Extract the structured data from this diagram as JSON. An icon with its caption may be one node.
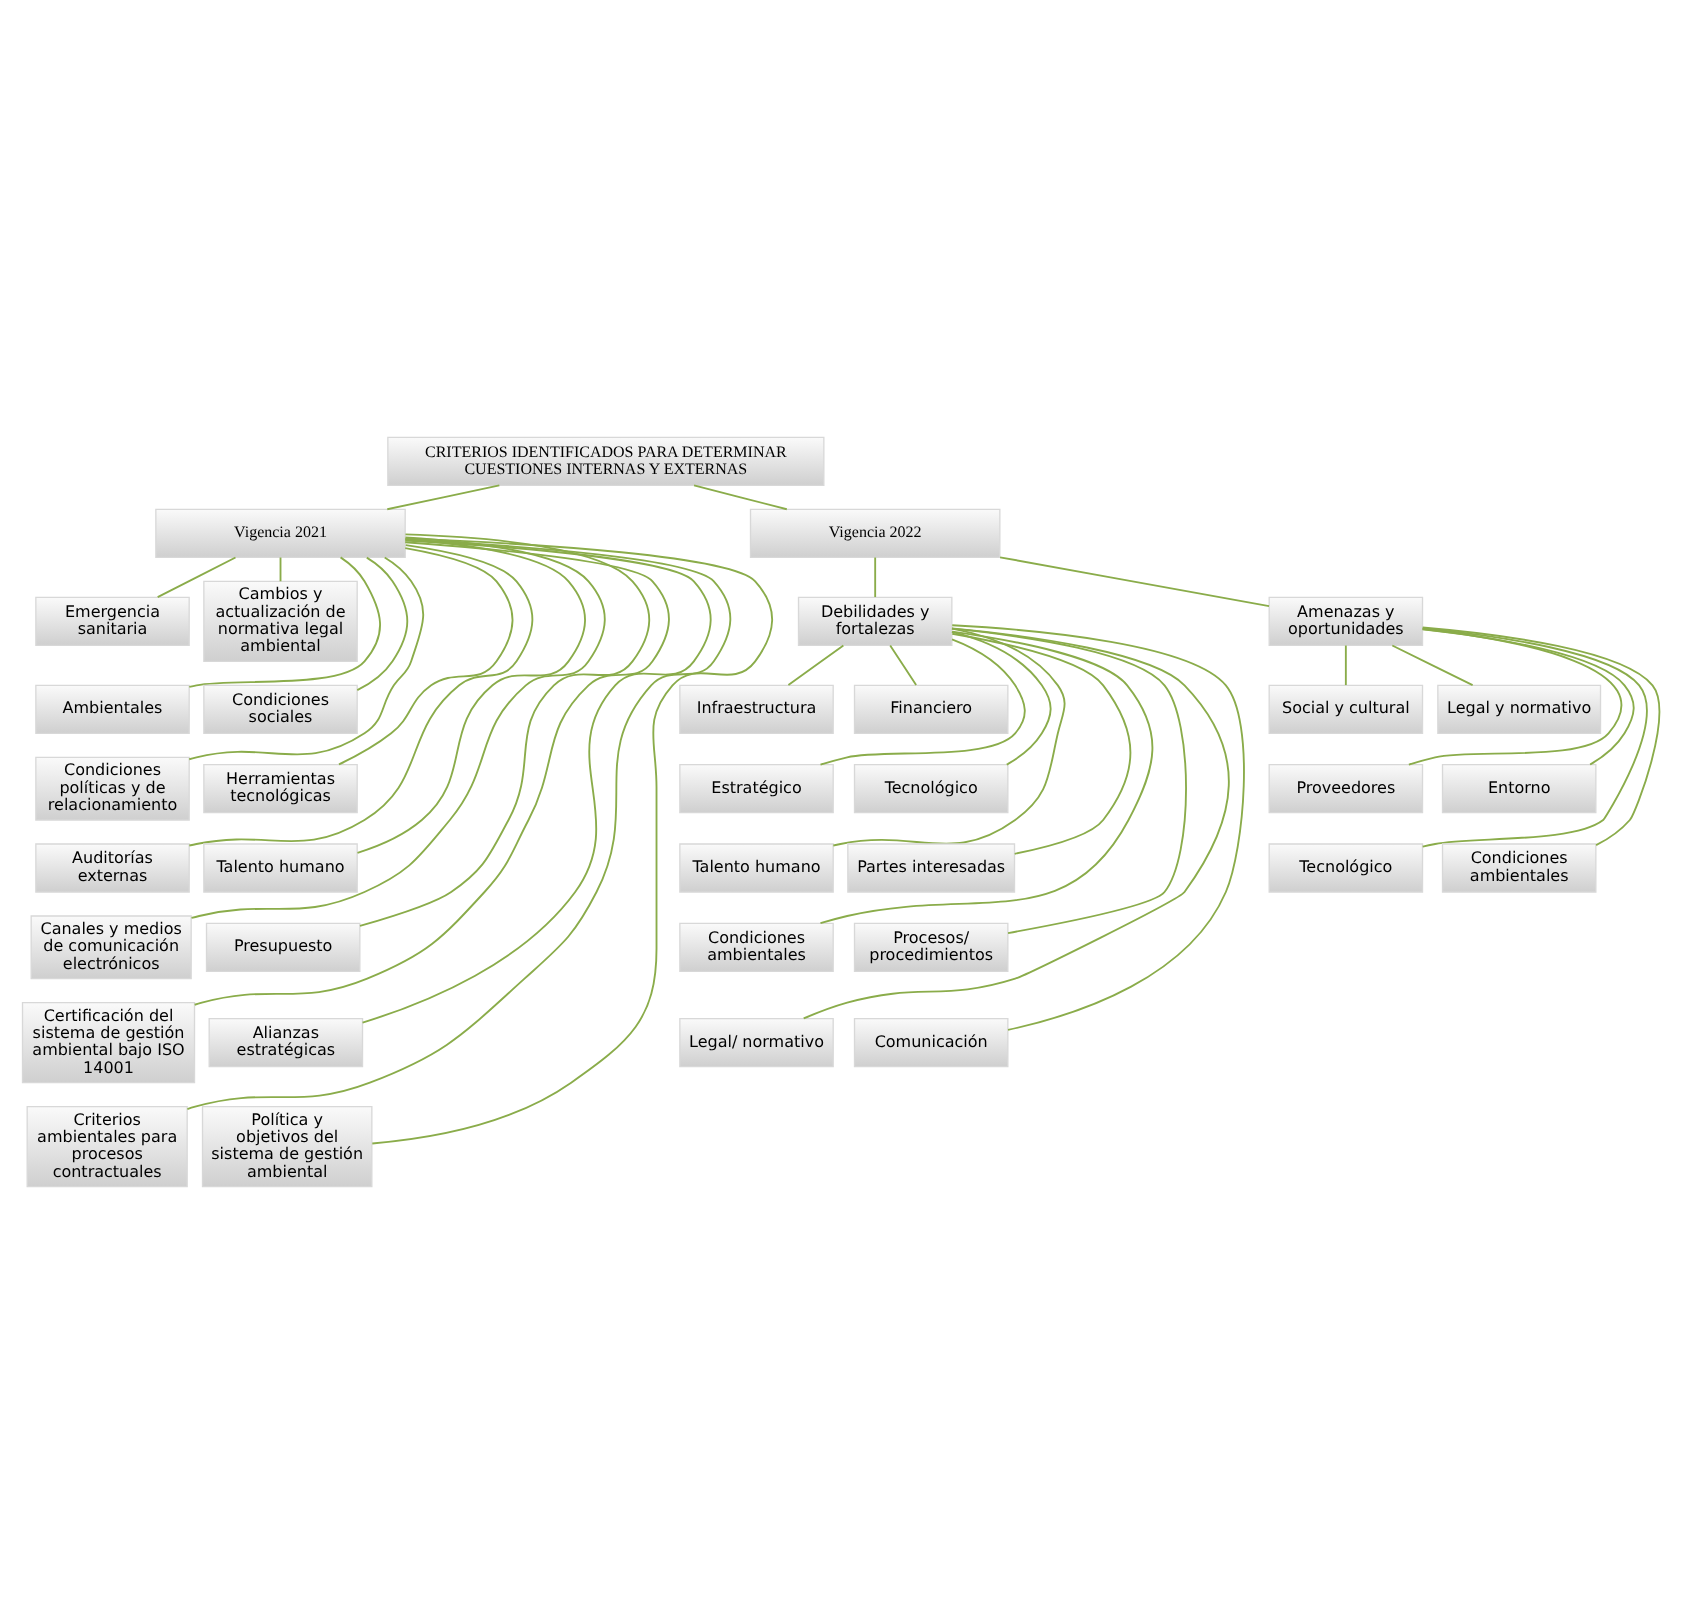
{
  "diagram": {
    "nodes": [
      {
        "text": [
          "CRITERIOS IDENTIFICADOS PARA DETERMINAR CUESTIONES INTERNAS Y EXTERNAS"
        ]
      },
      {
        "text": [
          "Vigencia 2021"
        ]
      },
      {
        "text": [
          "Vigencia 2022"
        ]
      },
      {
        "text": [
          "Emergencia sanitaria"
        ]
      },
      {
        "text": [
          "Cambios y actualización de normativa legal ambiental"
        ]
      },
      {
        "text": [
          "Ambientales"
        ]
      },
      {
        "text": [
          "Condiciones sociales"
        ]
      },
      {
        "text": [
          "Condiciones políticas y de relacionamiento"
        ]
      },
      {
        "text": [
          "Herramientas tecnológicas"
        ]
      },
      {
        "text": [
          "Auditorías externas"
        ]
      },
      {
        "text": [
          "Talento humano"
        ]
      },
      {
        "text": [
          "Canales y medios de comunicación electrónicos"
        ]
      },
      {
        "text": [
          "Presupuesto"
        ]
      },
      {
        "text": [
          "Certificación del sistema de gestión ambiental bajo ISO 14001"
        ]
      },
      {
        "text": [
          "Alianzas estratégicas"
        ]
      },
      {
        "text": [
          "Criterios ambientales para procesos contractuales"
        ]
      },
      {
        "text": [
          "Política y objetivos del sistema de gestión ambiental"
        ]
      },
      {
        "text": [
          "Debilidades y fortalezas"
        ]
      },
      {
        "text": [
          "Amenazas y oportunidades"
        ]
      },
      {
        "text": [
          "Infraestructura"
        ]
      },
      {
        "text": [
          "Financiero"
        ]
      },
      {
        "text": [
          "Estratégico"
        ]
      },
      {
        "text": [
          "Tecnológico"
        ]
      },
      {
        "text": [
          "Talento humano"
        ]
      },
      {
        "text": [
          "Partes interesadas"
        ]
      },
      {
        "text": [
          "Condiciones ambientales"
        ]
      },
      {
        "text": [
          "Procesos/ procedimientos"
        ]
      },
      {
        "text": [
          "Legal/ normativo"
        ]
      },
      {
        "text": [
          "Comunicación"
        ]
      },
      {
        "text": [
          "Social y cultural"
        ]
      },
      {
        "text": [
          "Legal y normativo"
        ]
      },
      {
        "text": [
          "Proveedores"
        ]
      },
      {
        "text": [
          "Entorno"
        ]
      },
      {
        "text": [
          "Tecnológico"
        ]
      },
      {
        "text": [
          "Condiciones ambientales"
        ]
      }
    ],
    "edges": [
      {
        "from": 0,
        "to": 1,
        "arrow": "none"
      },
      {
        "from": 0,
        "to": 2,
        "arrow": "none"
      },
      {
        "from": 1,
        "to": 3,
        "arrow": "none"
      },
      {
        "from": 1,
        "to": 4,
        "arrow": "none"
      },
      {
        "from": 1,
        "to": 5,
        "arrow": "none"
      },
      {
        "from": 1,
        "to": 6,
        "arrow": "none"
      },
      {
        "from": 1,
        "to": 7,
        "arrow": "none"
      },
      {
        "from": 1,
        "to": 8,
        "arrow": "none"
      },
      {
        "from": 1,
        "to": 9,
        "arrow": "none"
      },
      {
        "from": 1,
        "to": 10,
        "arrow": "none"
      },
      {
        "from": 1,
        "to": 11,
        "arrow": "none"
      },
      {
        "from": 1,
        "to": 12,
        "arrow": "none"
      },
      {
        "from": 1,
        "to": 13,
        "arrow": "none"
      },
      {
        "from": 1,
        "to": 14,
        "arrow": "none"
      },
      {
        "from": 1,
        "to": 15,
        "arrow": "none"
      },
      {
        "from": 1,
        "to": 16,
        "arrow": "none"
      },
      {
        "from": 2,
        "to": 17,
        "arrow": "none"
      },
      {
        "from": 2,
        "to": 18,
        "arrow": "none"
      },
      {
        "from": 17,
        "to": 19,
        "arrow": "none"
      },
      {
        "from": 17,
        "to": 20,
        "arrow": "none"
      },
      {
        "from": 17,
        "to": 21,
        "arrow": "none"
      },
      {
        "from": 17,
        "to": 22,
        "arrow": "none"
      },
      {
        "from": 17,
        "to": 23,
        "arrow": "none"
      },
      {
        "from": 17,
        "to": 24,
        "arrow": "none"
      },
      {
        "from": 17,
        "to": 25,
        "arrow": "none"
      },
      {
        "from": 17,
        "to": 26,
        "arrow": "none"
      },
      {
        "from": 17,
        "to": 27,
        "arrow": "none"
      },
      {
        "from": 17,
        "to": 28,
        "arrow": "none"
      },
      {
        "from": 18,
        "to": 29,
        "arrow": "none"
      },
      {
        "from": 18,
        "to": 30,
        "arrow": "none"
      },
      {
        "from": 18,
        "to": 31,
        "arrow": "none"
      },
      {
        "from": 18,
        "to": 32,
        "arrow": "none"
      },
      {
        "from": 18,
        "to": 33,
        "arrow": "none"
      },
      {
        "from": 18,
        "to": 34,
        "arrow": "none"
      }
    ]
  }
}
